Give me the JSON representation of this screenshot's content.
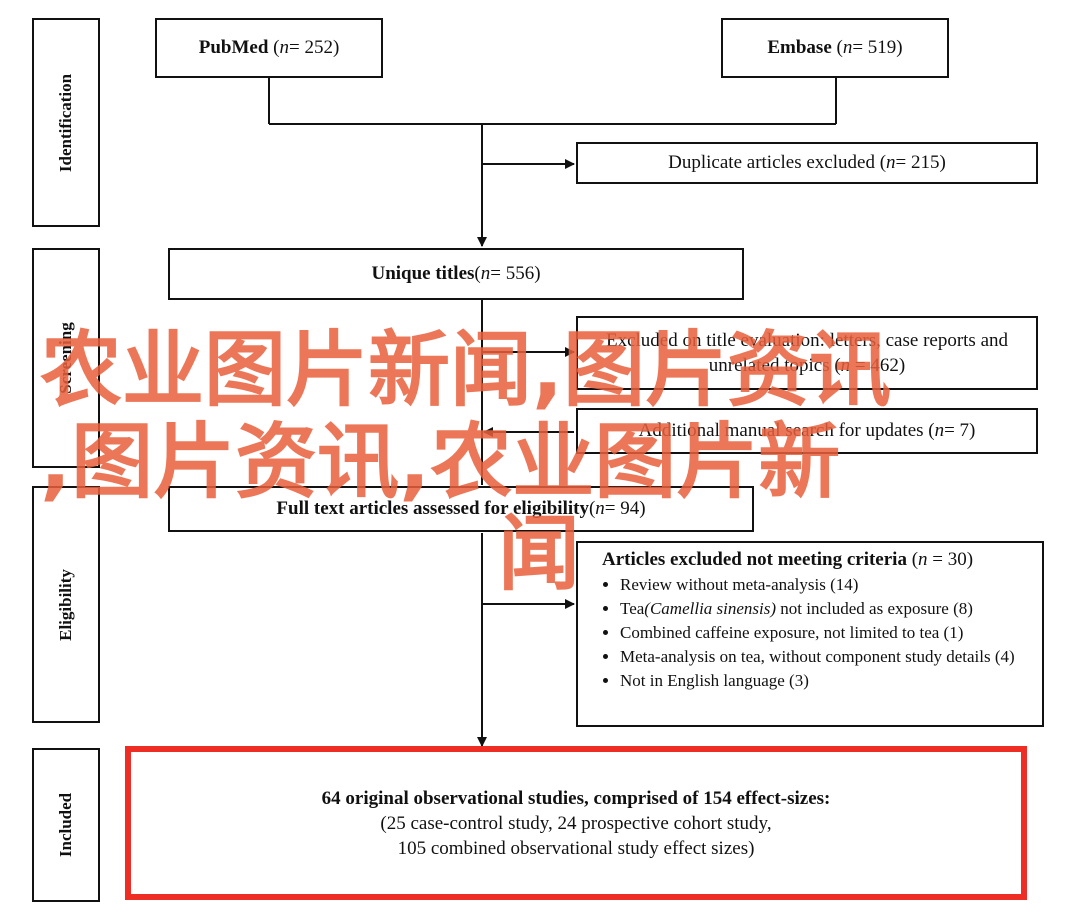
{
  "stages": {
    "identification": "Identification",
    "screening": "Screening",
    "eligibility": "Eligibility",
    "included": "Included"
  },
  "boxes": {
    "pubmed": {
      "name": "PubMed",
      "n_prefix": "(",
      "n_sym": "n",
      "n_value": " = 252)"
    },
    "embase": {
      "name": "Embase",
      "n_prefix": "(",
      "n_sym": "n",
      "n_value": " = 519)"
    },
    "duplicates": {
      "label": "Duplicate articles excluded (",
      "n_sym": "n",
      "n_value": " = 215)"
    },
    "unique": {
      "name": "Unique titles",
      "n_prefix": " (",
      "n_sym": "n",
      "n_value": " = 556)"
    },
    "excluded_title": {
      "line1": "Excluded on title evaluation: letters, case reports and",
      "line2": "unrelated topics (",
      "n_sym": "n",
      "n_value": " = 462)"
    },
    "additional": {
      "label": "Additional manual search for updates (",
      "n_sym": "n",
      "n_value": " = 7)"
    },
    "fulltext": {
      "name": "Full text articles assessed for eligibility",
      "n_prefix": " (",
      "n_sym": "n",
      "n_value": " = 94)"
    },
    "excluded_criteria": {
      "title": "Articles excluded not meeting criteria",
      "n_prefix": " (",
      "n_sym": "n",
      "n_value": " = 30)",
      "items": [
        {
          "text": "Review without meta-analysis (14)"
        },
        {
          "pre": "Tea",
          "italic": "(Camellia sinensis)",
          "post": " not included as exposure (8)"
        },
        {
          "text": "Combined caffeine exposure, not limited to tea (1)"
        },
        {
          "text": "Meta-analysis on tea, without component study details (4)"
        },
        {
          "text": "Not in English language (3)"
        }
      ]
    },
    "included": {
      "line1": "64 original observational studies, comprised of 154 effect-sizes:",
      "line2": "(25 case-control study, 24 prospective cohort study,",
      "line3": "105 combined observational study effect sizes)"
    }
  },
  "watermark": {
    "line1": "农业图片新闻,图片资讯",
    "line2": ",图片资讯,农业图片新",
    "line3": "闻"
  },
  "colors": {
    "line": "#111111",
    "included_border": "#ee2d24",
    "watermark": "#e8603c"
  }
}
